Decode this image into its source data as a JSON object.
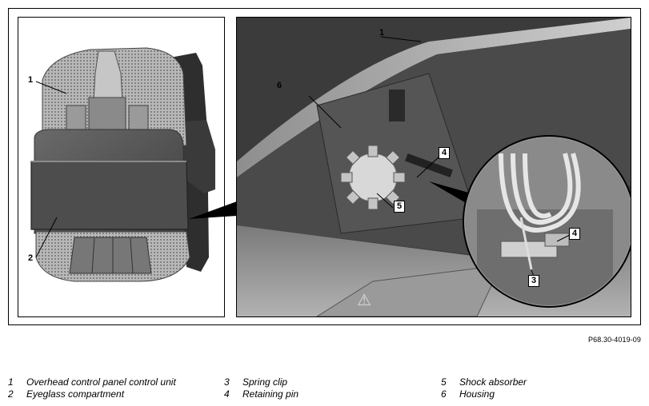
{
  "figure": {
    "reference_code": "P68.30-4019-09",
    "left_callouts": {
      "c1": "1",
      "c2": "2"
    },
    "right_callouts": {
      "c1": "1",
      "c3": "3",
      "c4_main": "4",
      "c4_zoom": "4",
      "c5": "5",
      "c6": "6"
    }
  },
  "legend": {
    "col1": [
      {
        "num": "1",
        "text": "Overhead control panel control unit"
      },
      {
        "num": "2",
        "text": "Eyeglass compartment"
      }
    ],
    "col2": [
      {
        "num": "3",
        "text": "Spring clip"
      },
      {
        "num": "4",
        "text": "Retaining pin"
      }
    ],
    "col3": [
      {
        "num": "5",
        "text": "Shock absorber"
      },
      {
        "num": "6",
        "text": "Housing"
      }
    ]
  }
}
